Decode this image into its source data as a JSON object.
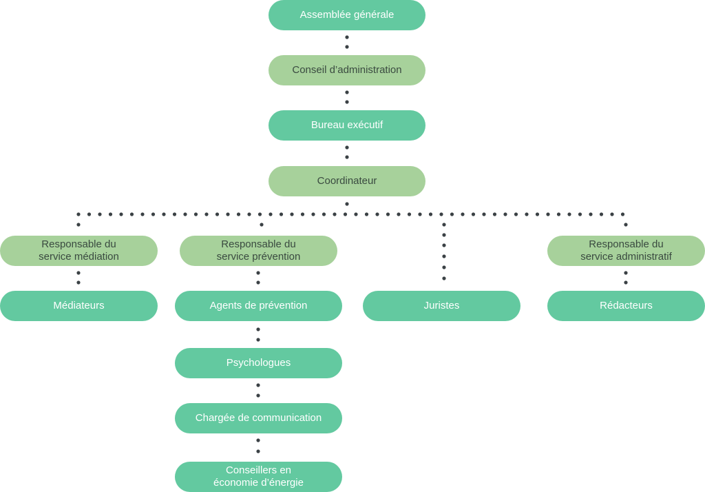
{
  "colors": {
    "teal": "#63c9a0",
    "sage": "#a7d19b",
    "dot": "#3b4145",
    "light_text": "#ffffff",
    "dark_text": "#3a4a40"
  },
  "nodes": {
    "assemblee": "Assemblée générale",
    "conseil": "Conseil d’administration",
    "bureau": "Bureau exécutif",
    "coordinateur": "Coordinateur",
    "resp_mediation": "Responsable du\nservice médiation",
    "resp_prevention": "Responsable du\nservice prévention",
    "resp_admin": "Responsable du\nservice administratif",
    "mediateurs": "Médiateurs",
    "agents_prevention": "Agents de prévention",
    "juristes": "Juristes",
    "redacteurs": "Rédacteurs",
    "psychologues": "Psychologues",
    "chargee_communication": "Chargée de communication",
    "conseillers_energie": "Conseillers en\néconomie d’énergie"
  }
}
